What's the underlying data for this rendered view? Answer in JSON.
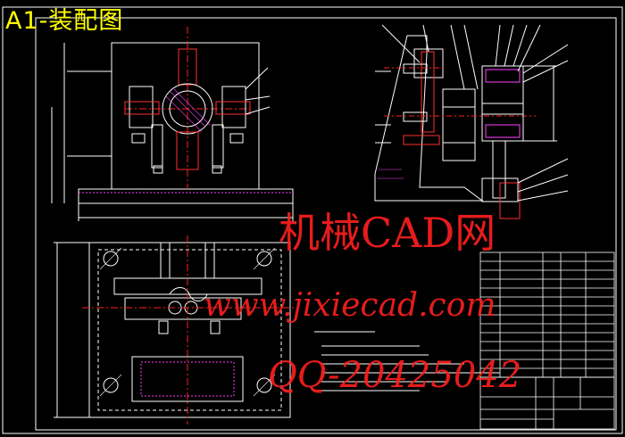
{
  "sheet_title": "A1-装配图",
  "watermark": {
    "site_name": "机械CAD网",
    "url": "www.jixiecad.com",
    "qq": "QQ-20425042"
  },
  "colors": {
    "background": "#000000",
    "line": "#ffffff",
    "centerline": "#ff2020",
    "hatch": "#ff40ff",
    "part_red": "#ff3030",
    "title_yellow": "#ffff00",
    "watermark_red": "#ff2020",
    "table_green": "#00ff00"
  }
}
